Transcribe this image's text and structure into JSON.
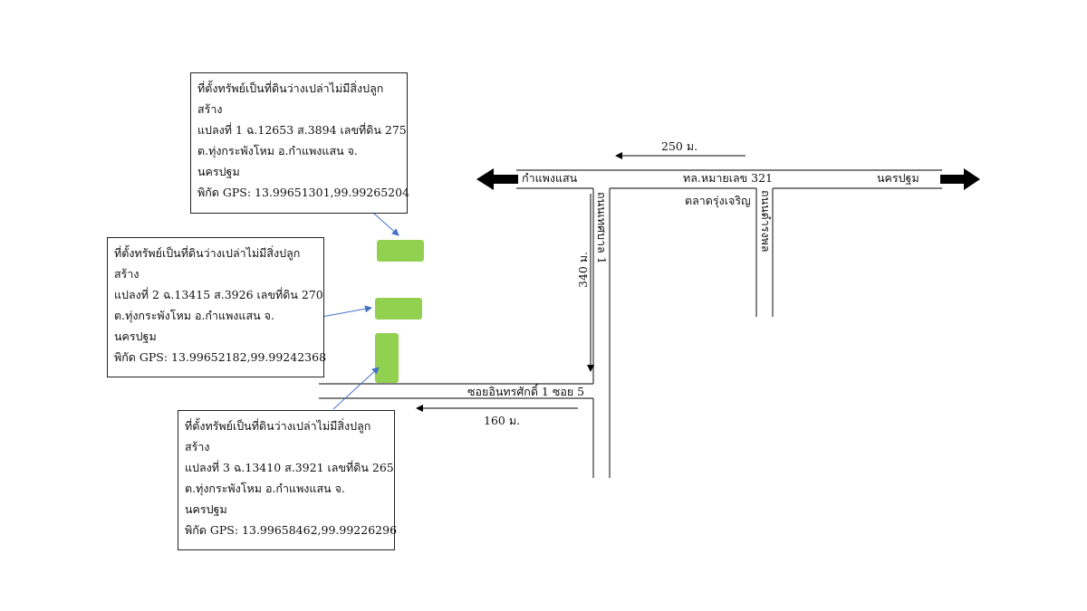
{
  "roads": {
    "main_west": "กำแพงแสน",
    "main_route": "ทล.หมายเลข 321",
    "main_east": "นครปฐม",
    "market": "ตลาดรุ่งเจริญ",
    "tessaban1": "ถนนเทศบาล 1",
    "rattanaporn": "ถนนดำรงพล",
    "soi": "ซอยอินทรศักดิ์ 1 ซอย 5"
  },
  "distances": {
    "top": "250 ม.",
    "vertical": "340 ม.",
    "bottom": "160 ม."
  },
  "parcels": [
    {
      "line1": "ที่ตั้งทรัพย์เป็นที่ดินว่างเปล่าไม่มีสิ่งปลูก",
      "line2": "สร้าง",
      "line3": "แปลงที่ 1 ฉ.12653 ส.3894 เลขที่ดิน 275",
      "line4": "ต.ทุ่งกระพังโหม อ.กำแพงแสน จ.",
      "line5": "นครปฐม",
      "gps": "พิกัด GPS: 13.99651301,99.99265204"
    },
    {
      "line1": "ที่ตั้งทรัพย์เป็นที่ดินว่างเปล่าไม่มีสิ่งปลูก",
      "line2": "สร้าง",
      "line3": "แปลงที่ 2 ฉ.13415 ส.3926 เลขที่ดิน 270",
      "line4": "ต.ทุ่งกระพังโหม อ.กำแพงแสน จ.",
      "line5": "นครปฐม",
      "gps": "พิกัด GPS: 13.99652182,99.99242368"
    },
    {
      "line1": "ที่ตั้งทรัพย์เป็นที่ดินว่างเปล่าไม่มีสิ่งปลูก",
      "line2": "สร้าง",
      "line3": "แปลงที่ 3 ฉ.13410 ส.3921 เลขที่ดิน 265",
      "line4": "ต.ทุ่งกระพังโหม อ.กำแพงแสน จ.",
      "line5": "นครปฐม",
      "gps": "พิกัด GPS: 13.99658462,99.99226296"
    }
  ],
  "colors": {
    "parcel_fill": "#92d050",
    "leader_line": "#4472c4",
    "road_line": "#333333",
    "arrow": "#000000"
  }
}
